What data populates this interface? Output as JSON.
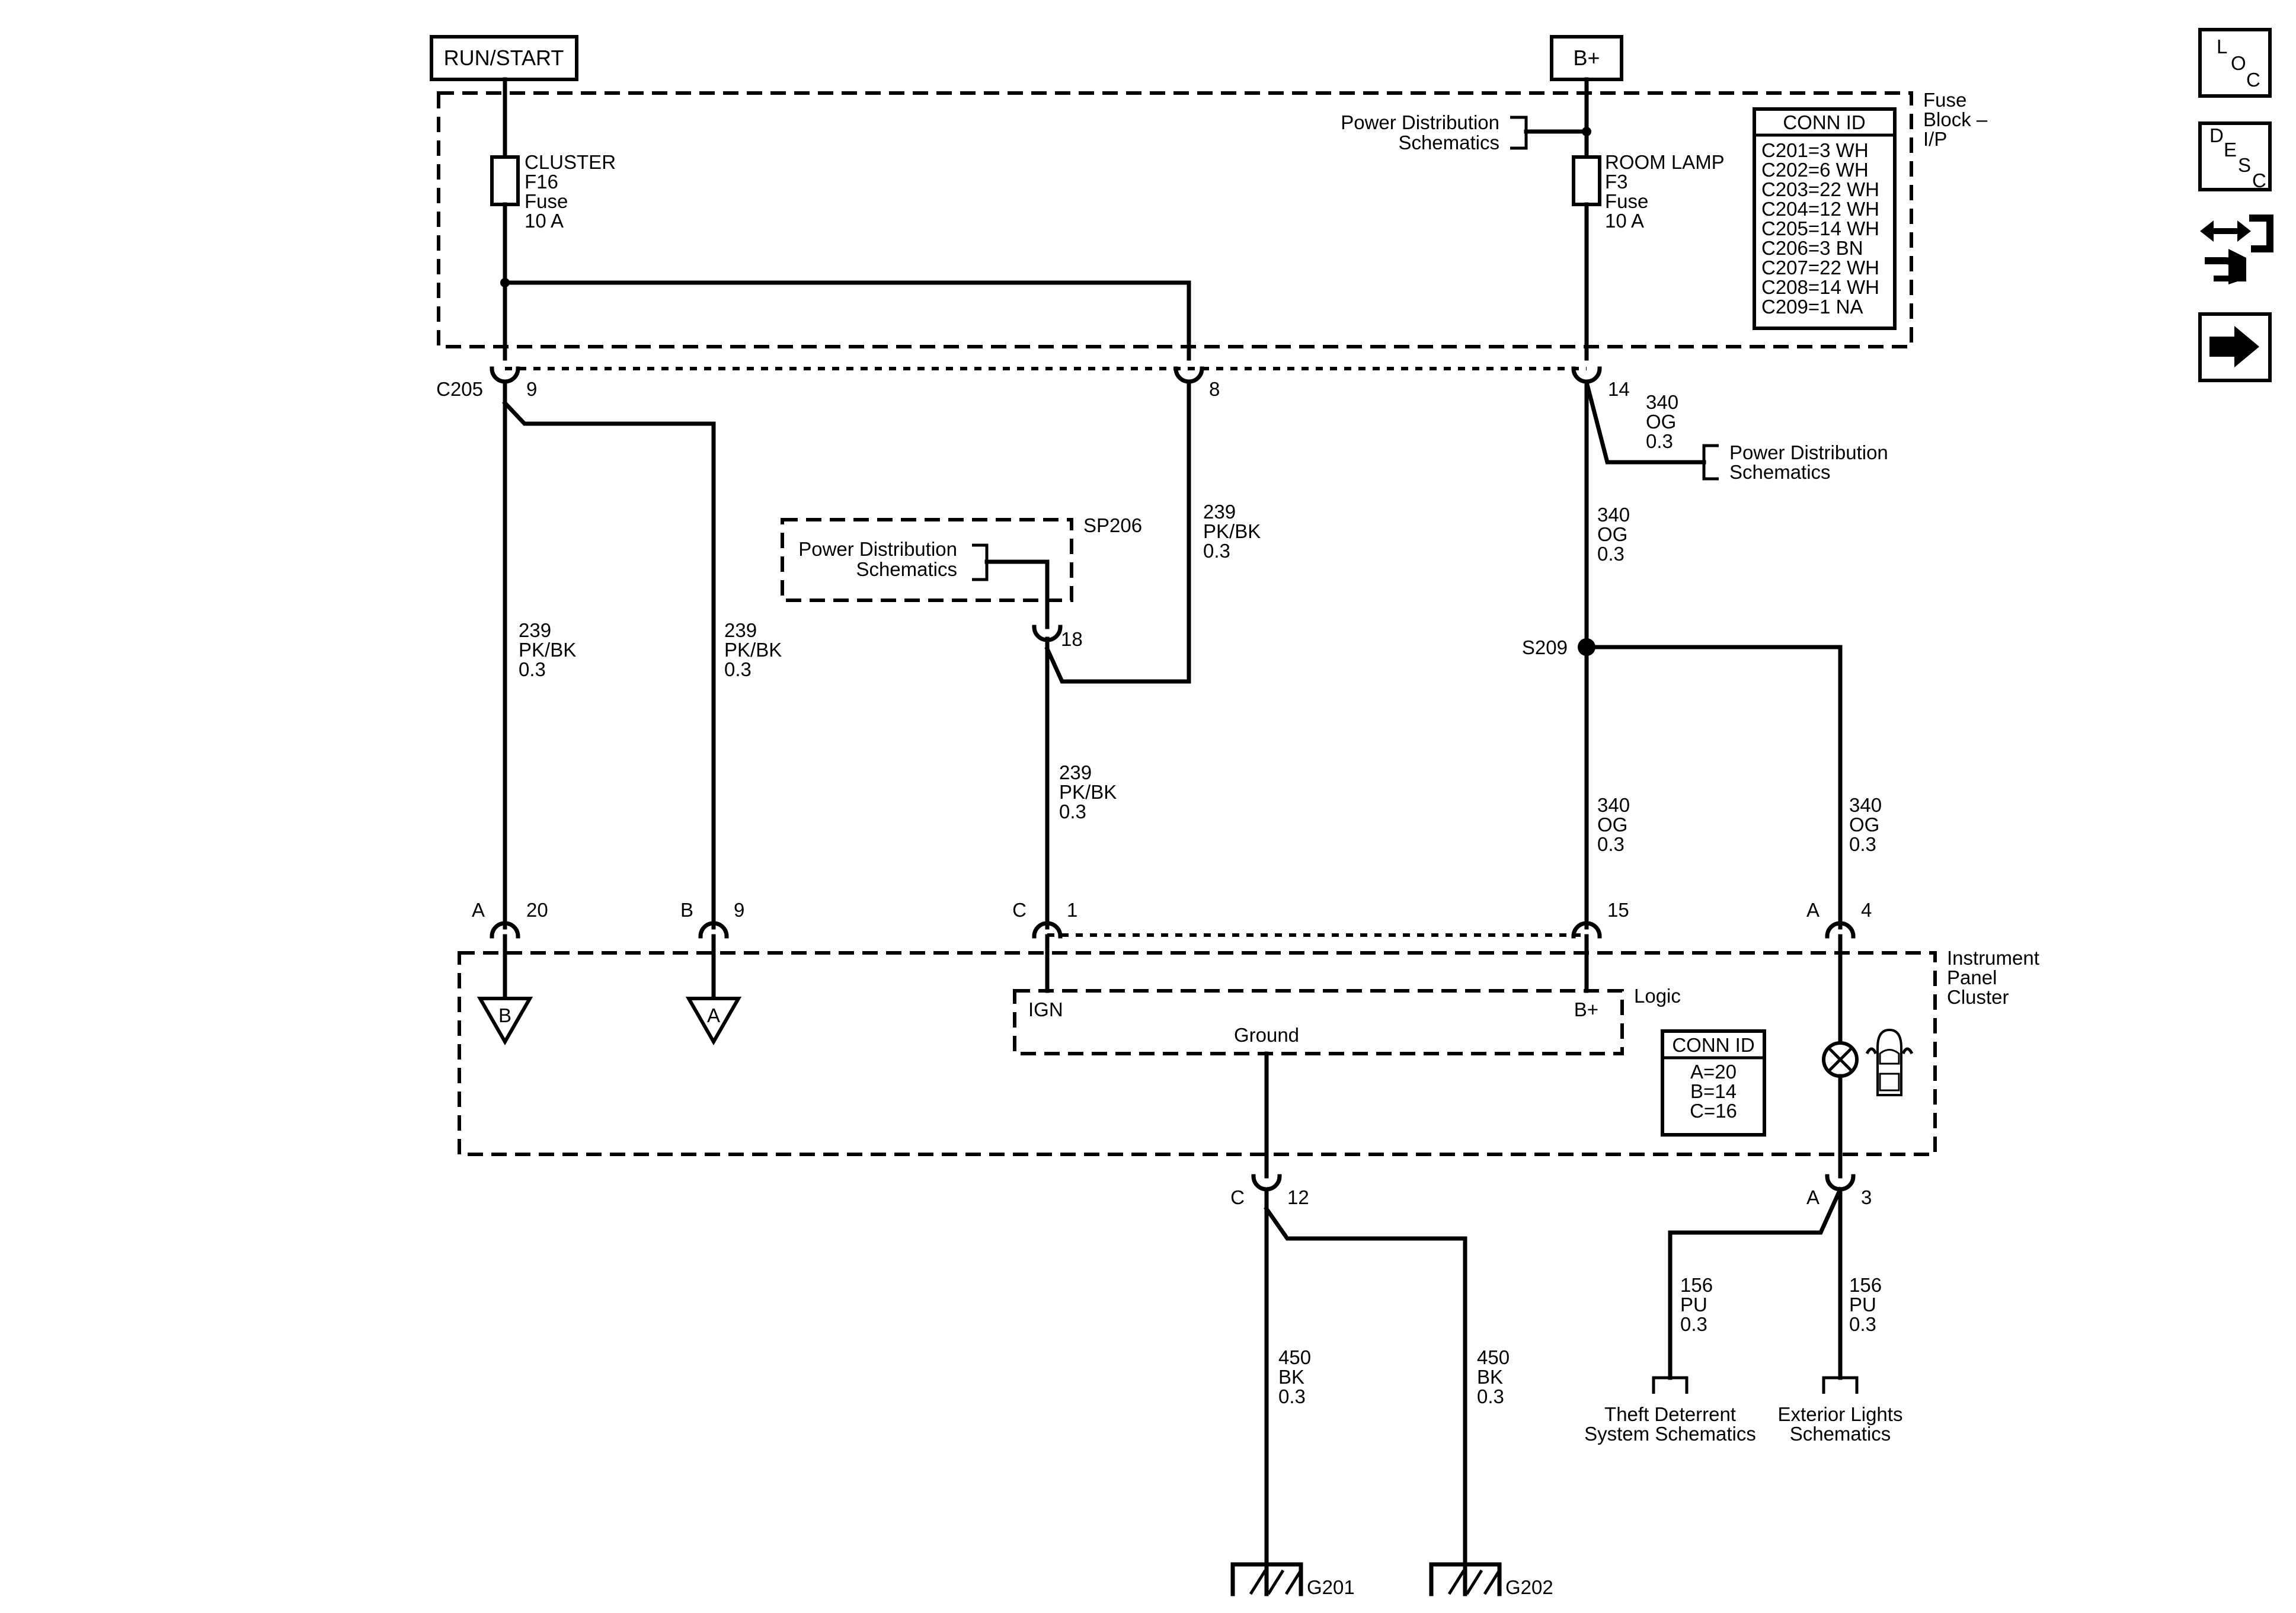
{
  "power_labels": {
    "run_start": "RUN/START",
    "bplus": "B+"
  },
  "fuse_block": {
    "l1": "Fuse",
    "l2": "Block –",
    "l3": "I/P"
  },
  "cluster_fuse": {
    "name": "CLUSTER",
    "id": "F16",
    "type": "Fuse",
    "rating": "10 A"
  },
  "room_fuse": {
    "name": "ROOM LAMP",
    "id": "F3",
    "type": "Fuse",
    "rating": "10 A"
  },
  "pds": {
    "l1": "Power Distribution",
    "l2": "Schematics"
  },
  "conn_id_top": {
    "title": "CONN ID",
    "rows": [
      "C201=3 WH",
      "C202=6 WH",
      "C203=22 WH",
      "C204=12 WH",
      "C205=14 WH",
      "C206=3 BN",
      "C207=22 WH",
      "C208=14 WH",
      "C209=1 NA"
    ]
  },
  "conn_id_bottom": {
    "title": "CONN ID",
    "rows": [
      "A=20",
      "B=14",
      "C=16"
    ]
  },
  "connectors": {
    "c205": "C205",
    "p9": "9",
    "p8": "8",
    "p14": "14",
    "p18": "18",
    "sp206": "SP206",
    "s209": "S209",
    "A": "A",
    "B": "B",
    "C": "C",
    "p20": "20",
    "p9b": "9",
    "p1": "1",
    "p15": "15",
    "p4": "4",
    "p12": "12",
    "p3": "3"
  },
  "wire_239": {
    "circuit": "239",
    "color": "PK/BK",
    "size": "0.3"
  },
  "wire_340": {
    "circuit": "340",
    "color": "OG",
    "size": "0.3"
  },
  "wire_156": {
    "circuit": "156",
    "color": "PU",
    "size": "0.3"
  },
  "wire_450": {
    "circuit": "450",
    "color": "BK",
    "size": "0.3"
  },
  "ipc": {
    "l1": "Instrument",
    "l2": "Panel",
    "l3": "Cluster"
  },
  "logic": {
    "title": "Logic",
    "ign": "IGN",
    "bplus": "B+",
    "ground": "Ground"
  },
  "offpage": {
    "b": "B",
    "a": "A"
  },
  "theft": {
    "l1": "Theft Deterrent",
    "l2": "System Schematics"
  },
  "ext": {
    "l1": "Exterior Lights",
    "l2": "Schematics"
  },
  "grounds": {
    "g201": "G201",
    "g202": "G202"
  },
  "nav": {
    "loc": {
      "l": "L",
      "o": "O",
      "c": "C"
    },
    "desc": {
      "d": "D",
      "e": "E",
      "s": "S",
      "c": "C"
    }
  }
}
